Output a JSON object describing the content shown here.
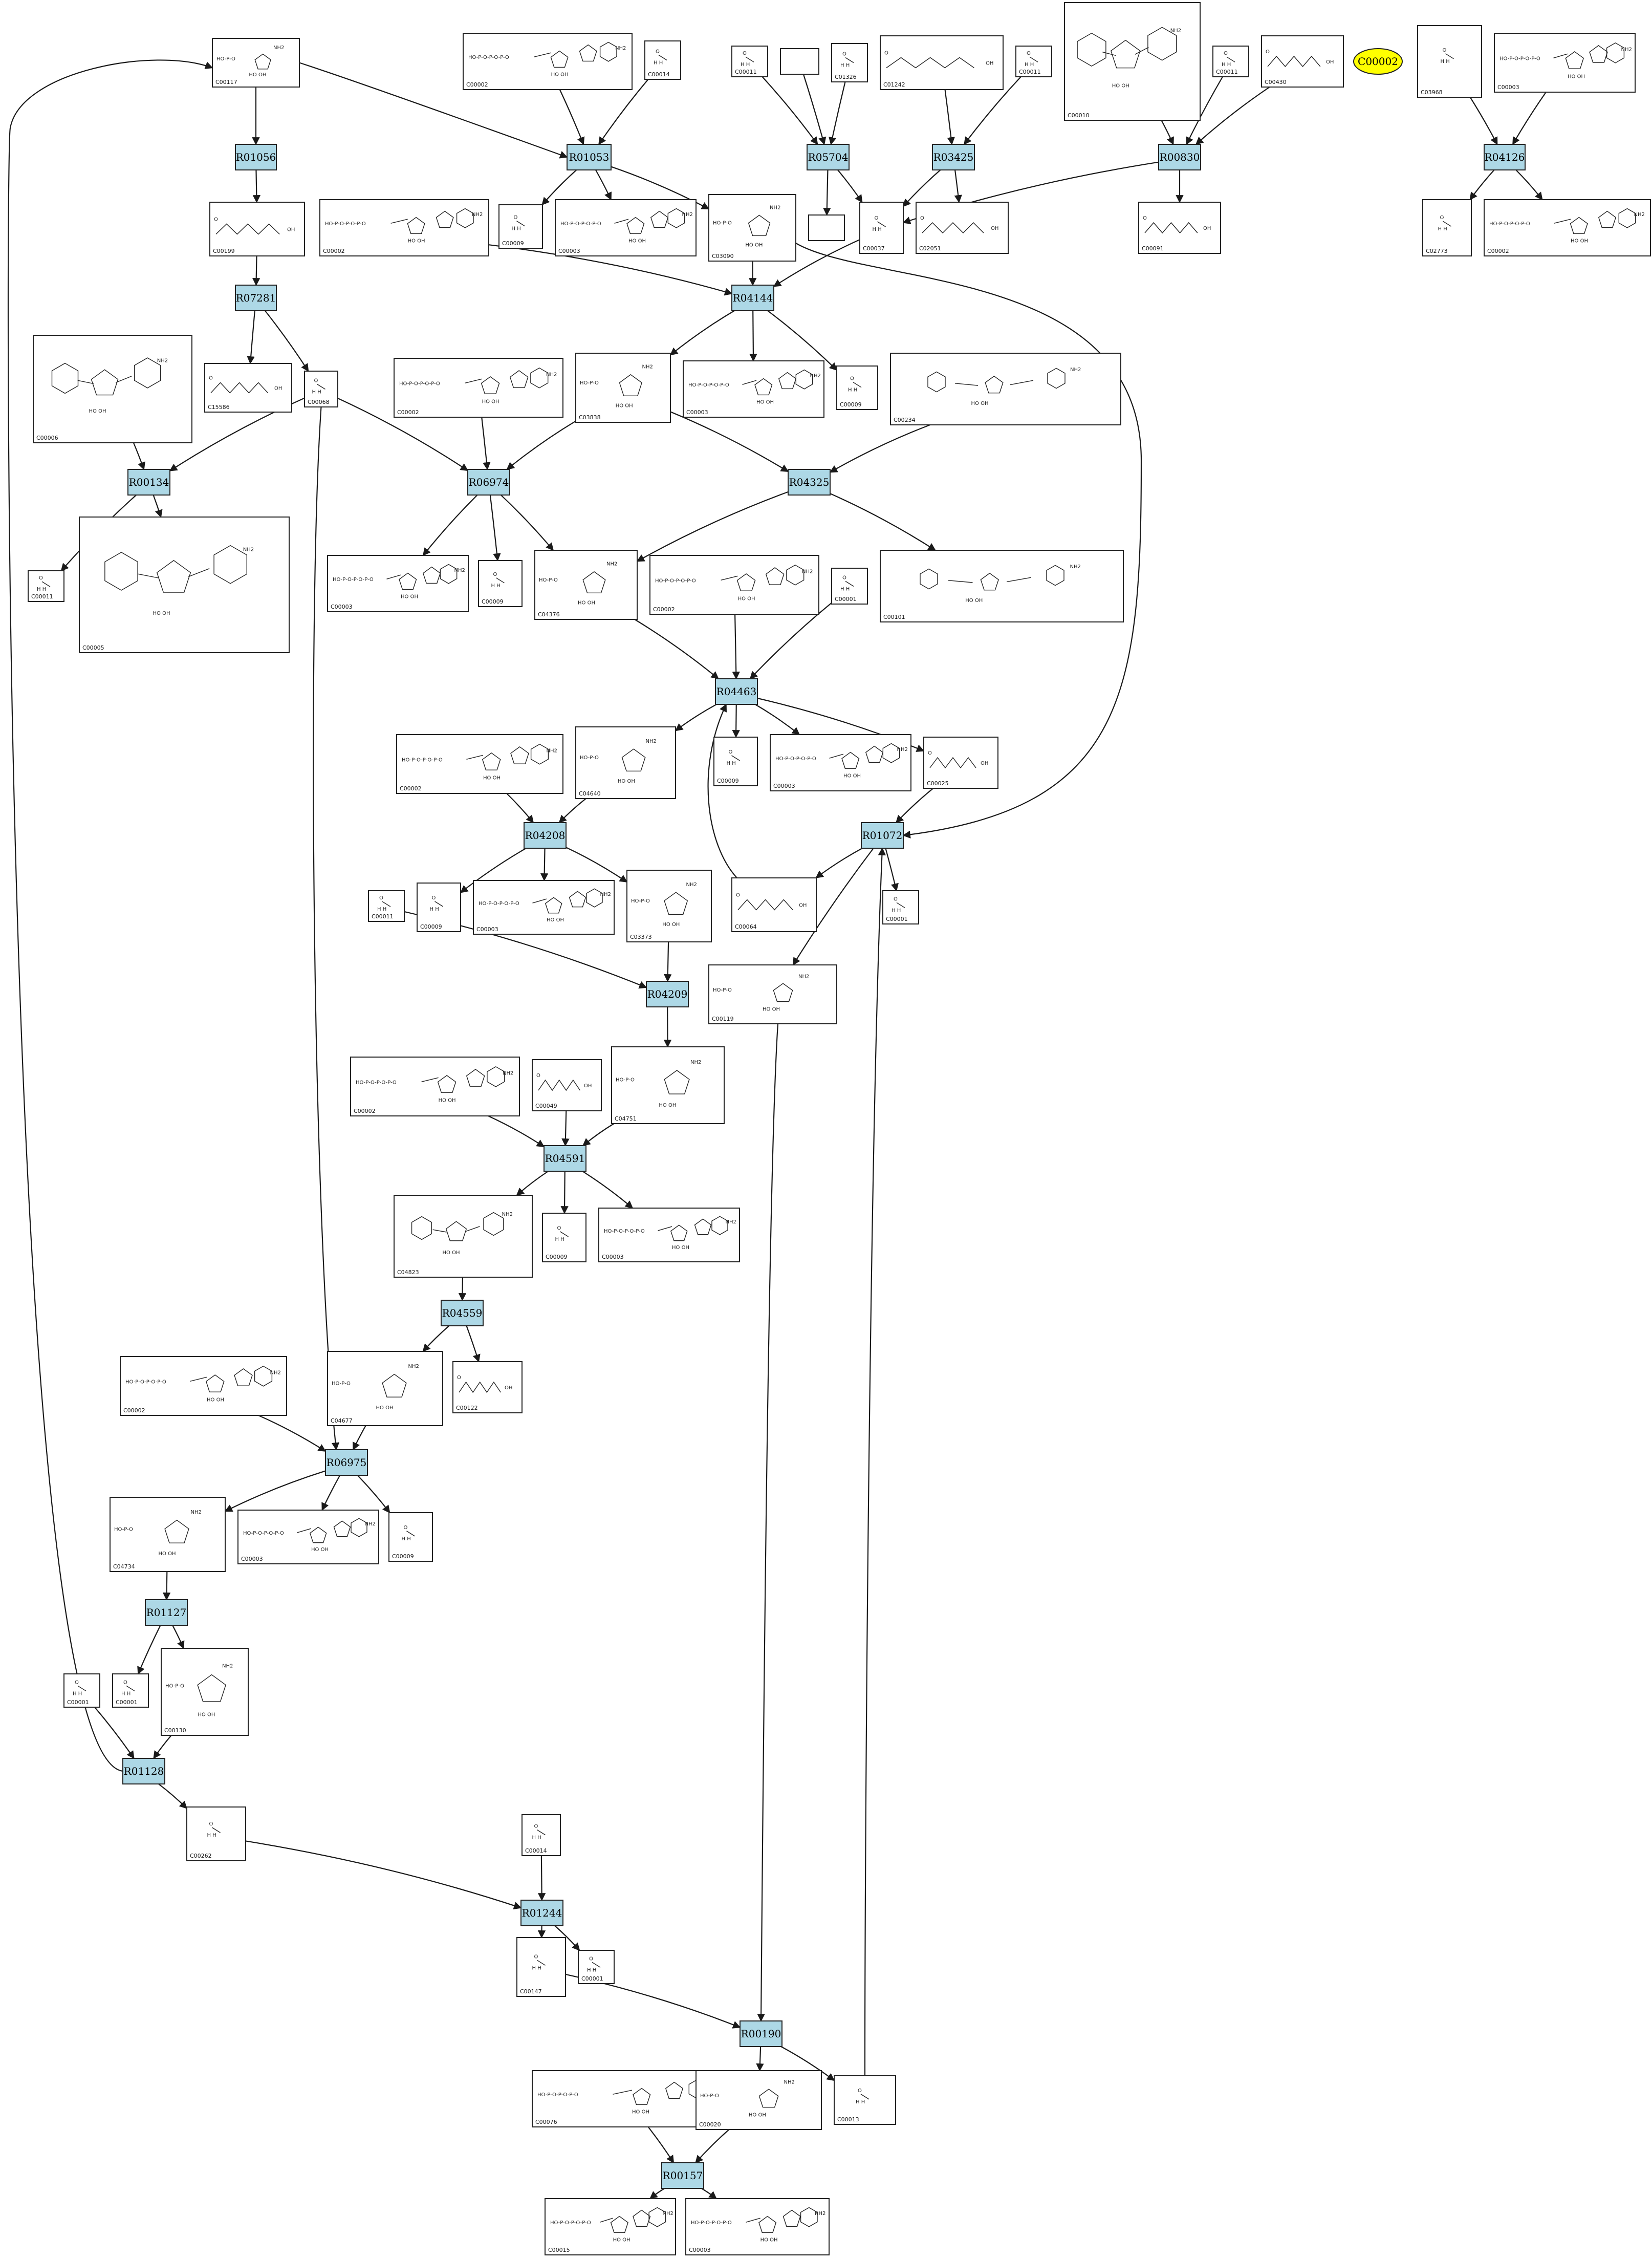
{
  "title": "",
  "compounds": [
    {
      "id": "n_C00117",
      "label": "C00117",
      "kind": "sugar_phosphate"
    },
    {
      "id": "n_C00002_top",
      "label": "C00002",
      "kind": "nucleotide"
    },
    {
      "id": "n_C00014_top",
      "label": "C00014",
      "kind": "small"
    },
    {
      "id": "n_C00011_a",
      "label": "C00011",
      "kind": "small"
    },
    {
      "id": "n_blank",
      "label": "",
      "kind": "empty"
    },
    {
      "id": "n_C01326",
      "label": "C01326",
      "kind": "small"
    },
    {
      "id": "n_C01242",
      "label": "C01242",
      "kind": "chain"
    },
    {
      "id": "n_C00011_b",
      "label": "C00011",
      "kind": "small"
    },
    {
      "id": "n_C00010",
      "label": "C00010",
      "kind": "complex"
    },
    {
      "id": "n_C00011_c",
      "label": "C00011",
      "kind": "small"
    },
    {
      "id": "n_C00430",
      "label": "C00430",
      "kind": "chain"
    },
    {
      "id": "n_C03968",
      "label": "C03968",
      "kind": "small"
    },
    {
      "id": "n_C00003_top",
      "label": "C00003",
      "kind": "nucleotide"
    },
    {
      "id": "n_C00199",
      "label": "C00199",
      "kind": "chain"
    },
    {
      "id": "n_C00002_b",
      "label": "C00002",
      "kind": "nucleotide"
    },
    {
      "id": "n_C00009_a",
      "label": "C00009",
      "kind": "small"
    },
    {
      "id": "n_C00003_a",
      "label": "C00003",
      "kind": "nucleotide"
    },
    {
      "id": "n_C03090",
      "label": "C03090",
      "kind": "sugar_phosphate"
    },
    {
      "id": "n_blank2",
      "label": "",
      "kind": "empty"
    },
    {
      "id": "n_C00037",
      "label": "C00037",
      "kind": "small"
    },
    {
      "id": "n_C02051",
      "label": "C02051",
      "kind": "chain"
    },
    {
      "id": "n_C00091",
      "label": "C00091",
      "kind": "chain"
    },
    {
      "id": "n_C02773",
      "label": "C02773",
      "kind": "small"
    },
    {
      "id": "n_C00002_c",
      "label": "C00002",
      "kind": "nucleotide"
    },
    {
      "id": "n_C00006",
      "label": "C00006",
      "kind": "complex"
    },
    {
      "id": "n_C15586",
      "label": "C15586",
      "kind": "chain"
    },
    {
      "id": "n_C00068",
      "label": "C00068",
      "kind": "small"
    },
    {
      "id": "n_C00002_d",
      "label": "C00002",
      "kind": "nucleotide"
    },
    {
      "id": "n_C03838",
      "label": "C03838",
      "kind": "sugar_phosphate"
    },
    {
      "id": "n_C00003_b",
      "label": "C00003",
      "kind": "nucleotide"
    },
    {
      "id": "n_C00009_b",
      "label": "C00009",
      "kind": "small"
    },
    {
      "id": "n_C00234",
      "label": "C00234",
      "kind": "complex"
    },
    {
      "id": "n_C00011_d",
      "label": "C00011",
      "kind": "small"
    },
    {
      "id": "n_C00005",
      "label": "C00005",
      "kind": "complex"
    },
    {
      "id": "n_C00003_c",
      "label": "C00003",
      "kind": "nucleotide"
    },
    {
      "id": "n_C00009_c",
      "label": "C00009",
      "kind": "small"
    },
    {
      "id": "n_C04376",
      "label": "C04376",
      "kind": "sugar_phosphate"
    },
    {
      "id": "n_C00002_e",
      "label": "C00002",
      "kind": "nucleotide"
    },
    {
      "id": "n_C00001_a",
      "label": "C00001",
      "kind": "small"
    },
    {
      "id": "n_C00101",
      "label": "C00101",
      "kind": "complex"
    },
    {
      "id": "n_C00002_f",
      "label": "C00002",
      "kind": "nucleotide"
    },
    {
      "id": "n_C04640",
      "label": "C04640",
      "kind": "sugar_phosphate"
    },
    {
      "id": "n_C00009_d",
      "label": "C00009",
      "kind": "small"
    },
    {
      "id": "n_C00003_d",
      "label": "C00003",
      "kind": "nucleotide"
    },
    {
      "id": "n_C00025",
      "label": "C00025",
      "kind": "chain"
    },
    {
      "id": "n_C00011_e",
      "label": "C00011",
      "kind": "small"
    },
    {
      "id": "n_C00009_e",
      "label": "C00009",
      "kind": "small"
    },
    {
      "id": "n_C00003_e",
      "label": "C00003",
      "kind": "nucleotide"
    },
    {
      "id": "n_C03373",
      "label": "C03373",
      "kind": "sugar_phosphate"
    },
    {
      "id": "n_C00064",
      "label": "C00064",
      "kind": "chain"
    },
    {
      "id": "n_C00001_b",
      "label": "C00001",
      "kind": "small"
    },
    {
      "id": "n_C00119",
      "label": "C00119",
      "kind": "sugar_phosphate"
    },
    {
      "id": "n_C00002_g",
      "label": "C00002",
      "kind": "nucleotide"
    },
    {
      "id": "n_C00049",
      "label": "C00049",
      "kind": "chain"
    },
    {
      "id": "n_C04751",
      "label": "C04751",
      "kind": "sugar_phosphate"
    },
    {
      "id": "n_C04823",
      "label": "C04823",
      "kind": "complex"
    },
    {
      "id": "n_C00009_f",
      "label": "C00009",
      "kind": "small"
    },
    {
      "id": "n_C00003_f",
      "label": "C00003",
      "kind": "nucleotide"
    },
    {
      "id": "n_C00002_h",
      "label": "C00002",
      "kind": "nucleotide"
    },
    {
      "id": "n_C04677",
      "label": "C04677",
      "kind": "sugar_phosphate"
    },
    {
      "id": "n_C00122",
      "label": "C00122",
      "kind": "chain"
    },
    {
      "id": "n_C04734",
      "label": "C04734",
      "kind": "sugar_phosphate"
    },
    {
      "id": "n_C00003_g",
      "label": "C00003",
      "kind": "nucleotide"
    },
    {
      "id": "n_C00009_g",
      "label": "C00009",
      "kind": "small"
    },
    {
      "id": "n_C00001_c",
      "label": "C00001",
      "kind": "small"
    },
    {
      "id": "n_C00001_d",
      "label": "C00001",
      "kind": "small"
    },
    {
      "id": "n_C00130",
      "label": "C00130",
      "kind": "sugar_phosphate"
    },
    {
      "id": "n_C00262",
      "label": "C00262",
      "kind": "small"
    },
    {
      "id": "n_C00014_b",
      "label": "C00014",
      "kind": "small"
    },
    {
      "id": "n_C00147",
      "label": "C00147",
      "kind": "small"
    },
    {
      "id": "n_C00001_e",
      "label": "C00001",
      "kind": "small"
    },
    {
      "id": "n_C00076",
      "label": "C00076",
      "kind": "nucleotide"
    },
    {
      "id": "n_C00020",
      "label": "C00020",
      "kind": "sugar_phosphate"
    },
    {
      "id": "n_C00013",
      "label": "C00013",
      "kind": "small"
    },
    {
      "id": "n_C00015",
      "label": "C00015",
      "kind": "nucleotide"
    },
    {
      "id": "n_C00003_h",
      "label": "C00003",
      "kind": "nucleotide"
    }
  ],
  "reactions": [
    {
      "id": "r_R01056",
      "label": "R01056"
    },
    {
      "id": "r_R01053",
      "label": "R01053"
    },
    {
      "id": "r_R05704",
      "label": "R05704"
    },
    {
      "id": "r_R03425",
      "label": "R03425"
    },
    {
      "id": "r_R00830",
      "label": "R00830"
    },
    {
      "id": "r_R04126",
      "label": "R04126"
    },
    {
      "id": "r_R07281",
      "label": "R07281"
    },
    {
      "id": "r_R04144",
      "label": "R04144"
    },
    {
      "id": "r_R00134",
      "label": "R00134"
    },
    {
      "id": "r_R06974",
      "label": "R06974"
    },
    {
      "id": "r_R04325",
      "label": "R04325"
    },
    {
      "id": "r_R04463",
      "label": "R04463"
    },
    {
      "id": "r_R04208",
      "label": "R04208"
    },
    {
      "id": "r_R01072",
      "label": "R01072"
    },
    {
      "id": "r_R04209",
      "label": "R04209"
    },
    {
      "id": "r_R04591",
      "label": "R04591"
    },
    {
      "id": "r_R04559",
      "label": "R04559"
    },
    {
      "id": "r_R06975",
      "label": "R06975"
    },
    {
      "id": "r_R01127",
      "label": "R01127"
    },
    {
      "id": "r_R01128",
      "label": "R01128"
    },
    {
      "id": "r_R01244",
      "label": "R01244"
    },
    {
      "id": "r_R00190",
      "label": "R00190"
    },
    {
      "id": "r_R00157",
      "label": "R00157"
    }
  ],
  "special_nodes": [
    {
      "id": "s_C00002",
      "label": "C00002",
      "color": "#ffff00"
    }
  ],
  "colors": {
    "reaction_fill": "#add8e6",
    "special_fill": "#ffff00",
    "edge": "#1a1a1a"
  },
  "edges": [
    [
      "n_C00117",
      "r_R01056"
    ],
    [
      "r_R01056",
      "n_C00199"
    ],
    [
      "n_C00199",
      "r_R07281"
    ],
    [
      "r_R07281",
      "n_C15586"
    ],
    [
      "r_R07281",
      "n_C00068"
    ],
    [
      "n_C00117",
      "r_R01053"
    ],
    [
      "n_C00002_top",
      "r_R01053"
    ],
    [
      "n_C00014_top",
      "r_R01053"
    ],
    [
      "r_R01053",
      "n_C00009_a"
    ],
    [
      "r_R01053",
      "n_C00003_a"
    ],
    [
      "r_R01053",
      "n_C03090"
    ],
    [
      "n_C00011_a",
      "r_R05704"
    ],
    [
      "n_blank",
      "r_R05704"
    ],
    [
      "n_C01326",
      "r_R05704"
    ],
    [
      "r_R05704",
      "n_blank2"
    ],
    [
      "r_R05704",
      "n_C00037"
    ],
    [
      "n_C01242",
      "r_R03425"
    ],
    [
      "n_C00011_b",
      "r_R03425"
    ],
    [
      "r_R03425",
      "n_C00037"
    ],
    [
      "r_R03425",
      "n_C02051"
    ],
    [
      "n_C00010",
      "r_R00830"
    ],
    [
      "n_C00011_c",
      "r_R00830"
    ],
    [
      "n_C00430",
      "r_R00830"
    ],
    [
      "r_R00830",
      "n_C00037"
    ],
    [
      "r_R00830",
      "n_C00091"
    ],
    [
      "n_C03968",
      "r_R04126"
    ],
    [
      "n_C00003_top",
      "r_R04126"
    ],
    [
      "r_R04126",
      "n_C02773"
    ],
    [
      "r_R04126",
      "n_C00002_c"
    ],
    [
      "n_C00002_b",
      "r_R04144"
    ],
    [
      "n_C03090",
      "r_R04144"
    ],
    [
      "n_C00037",
      "r_R04144"
    ],
    [
      "r_R04144",
      "n_C03838"
    ],
    [
      "r_R04144",
      "n_C00003_b"
    ],
    [
      "r_R04144",
      "n_C00009_b"
    ],
    [
      "n_C00006",
      "r_R00134"
    ],
    [
      "n_C00068",
      "r_R00134"
    ],
    [
      "r_R00134",
      "n_C00011_d"
    ],
    [
      "r_R00134",
      "n_C00005"
    ],
    [
      "n_C00068",
      "r_R06974"
    ],
    [
      "n_C00002_d",
      "r_R06974"
    ],
    [
      "n_C03838",
      "r_R06974"
    ],
    [
      "r_R06974",
      "n_C00003_c"
    ],
    [
      "r_R06974",
      "n_C00009_c"
    ],
    [
      "r_R06974",
      "n_C04376"
    ],
    [
      "n_C03838",
      "r_R04325"
    ],
    [
      "n_C00234",
      "r_R04325"
    ],
    [
      "r_R04325",
      "n_C04376"
    ],
    [
      "r_R04325",
      "n_C00101"
    ],
    [
      "n_C04376",
      "r_R04463"
    ],
    [
      "n_C00002_e",
      "r_R04463"
    ],
    [
      "n_C00001_a",
      "r_R04463"
    ],
    [
      "r_R04463",
      "n_C04640"
    ],
    [
      "r_R04463",
      "n_C00009_d"
    ],
    [
      "r_R04463",
      "n_C00003_d"
    ],
    [
      "r_R04463",
      "n_C00025"
    ],
    [
      "n_C00002_f",
      "r_R04208"
    ],
    [
      "n_C04640",
      "r_R04208"
    ],
    [
      "r_R04208",
      "n_C00009_e"
    ],
    [
      "r_R04208",
      "n_C00003_e"
    ],
    [
      "r_R04208",
      "n_C03373"
    ],
    [
      "n_C00025",
      "r_R01072"
    ],
    [
      "n_C03090",
      "r_R01072"
    ],
    [
      "r_R01072",
      "n_C00064"
    ],
    [
      "r_R01072",
      "n_C00001_b"
    ],
    [
      "r_R01072",
      "n_C00119"
    ],
    [
      "n_C00064",
      "r_R04463"
    ],
    [
      "n_C00011_e",
      "r_R04209"
    ],
    [
      "n_C03373",
      "r_R04209"
    ],
    [
      "r_R04209",
      "n_C04751"
    ],
    [
      "n_C00002_g",
      "r_R04591"
    ],
    [
      "n_C00049",
      "r_R04591"
    ],
    [
      "n_C04751",
      "r_R04591"
    ],
    [
      "r_R04591",
      "n_C04823"
    ],
    [
      "r_R04591",
      "n_C00009_f"
    ],
    [
      "r_R04591",
      "n_C00003_f"
    ],
    [
      "n_C04823",
      "r_R04559"
    ],
    [
      "r_R04559",
      "n_C04677"
    ],
    [
      "r_R04559",
      "n_C00122"
    ],
    [
      "n_C00002_h",
      "r_R06975"
    ],
    [
      "n_C04677",
      "r_R06975"
    ],
    [
      "n_C00068",
      "r_R06975"
    ],
    [
      "r_R06975",
      "n_C04734"
    ],
    [
      "r_R06975",
      "n_C00003_g"
    ],
    [
      "r_R06975",
      "n_C00009_g"
    ],
    [
      "n_C04734",
      "r_R01127"
    ],
    [
      "r_R01127",
      "n_C00001_d"
    ],
    [
      "r_R01127",
      "n_C00130"
    ],
    [
      "n_C00001_c",
      "r_R01128"
    ],
    [
      "n_C00130",
      "r_R01128"
    ],
    [
      "r_R01128",
      "n_C00262"
    ],
    [
      "r_R01128",
      "n_C00117"
    ],
    [
      "n_C00262",
      "r_R01244"
    ],
    [
      "n_C00014_b",
      "r_R01244"
    ],
    [
      "r_R01244",
      "n_C00147"
    ],
    [
      "r_R01244",
      "n_C00001_e"
    ],
    [
      "n_C00147",
      "r_R00190"
    ],
    [
      "n_C00119",
      "r_R00190"
    ],
    [
      "r_R00190",
      "n_C00020"
    ],
    [
      "r_R00190",
      "n_C00013"
    ],
    [
      "n_C00013",
      "r_R01072"
    ],
    [
      "n_C00076",
      "r_R00157"
    ],
    [
      "n_C00020",
      "r_R00157"
    ],
    [
      "r_R00157",
      "n_C00015"
    ],
    [
      "r_R00157",
      "n_C00003_h"
    ]
  ]
}
